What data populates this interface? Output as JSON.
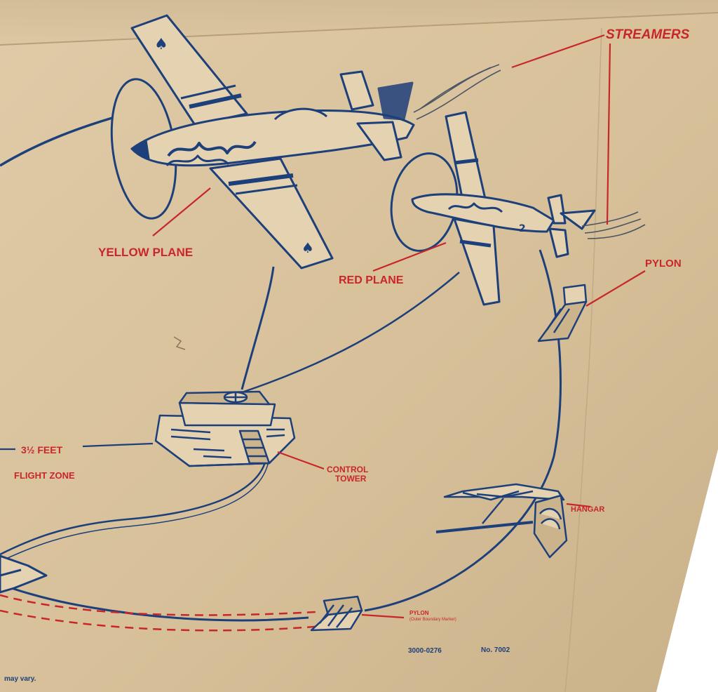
{
  "labels": {
    "streamers": "STREAMERS",
    "yellow_plane": "YELLOW PLANE",
    "red_plane": "RED PLANE",
    "pylon_top": "PYLON",
    "distance": "3½ FEET",
    "flight_zone": "FLIGHT ZONE",
    "control_tower_line1": "CONTROL",
    "control_tower_line2": "TOWER",
    "hangar": "HANGAR",
    "pylon_bottom": "PYLON",
    "pylon_bottom_note": "(Outer Boundary Marker)",
    "product_code": "3000-0276",
    "model_number": "No. 7002",
    "disclaimer": "may vary."
  },
  "colors": {
    "cardboard": "#d9c4a0",
    "cardboard_shadow": "#c9b18a",
    "ink_blue": "#1d3f7a",
    "ink_red": "#c8262b",
    "background": "#ffffff"
  }
}
